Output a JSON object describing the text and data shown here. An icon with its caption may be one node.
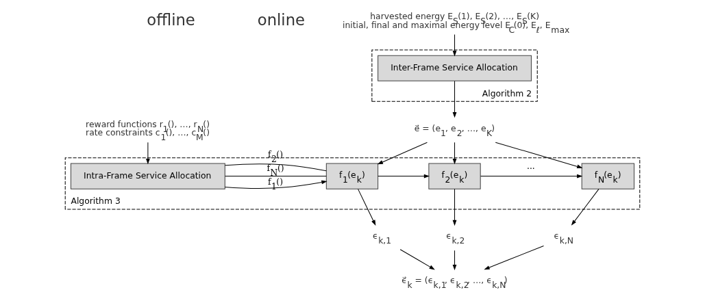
{
  "diagram": {
    "nodes": [
      {
        "text": [
          "Algorithm 2"
        ]
      },
      {
        "text": [
          "Inter-Frame Service Allocation"
        ],
        "in": 0
      },
      {
        "text": [
          "Algorithm 3"
        ]
      },
      {
        "text": [
          "Intra-Frame Service Allocation"
        ],
        "in": 2
      },
      {
        "text": [
          "f$_{1}$(e$_{k}$)"
        ],
        "in": 2
      },
      {
        "text": [
          "f$_{2}$(e$_{k}$)"
        ],
        "in": 2
      },
      {
        "text": [
          "f$_{N}$(e$_{k}$)"
        ],
        "in": 2
      },
      {
        "text": [
          "harvested energy E$_{S}$(1), E$_{S}$(2), …, E$_{S}$(K)",
          "initial, final and maximal energy level E$_{C}$(0), E$_{ℓ}$, E$_{max}$"
        ]
      },
      {
        "text": [
          "reward functions r$_{1}$(), …, r$_{N}$()",
          "rate constraints c$_{1}$(), …, c$_{M}$()"
        ]
      },
      {
        "text": [
          "e⃗ = (e$_{1}$, e$_{2}$, …, e$_{K}$)"
        ]
      },
      {
        "text": [
          "ϵ$_{k,1}$"
        ]
      },
      {
        "text": [
          "ϵ$_{k,2}$"
        ]
      },
      {
        "text": [
          "ϵ$_{k,N}$"
        ]
      },
      {
        "text": [
          "ϵ⃗$_{k}$ = (ϵ$_{k,1}$, ϵ$_{k,2}$, …, ϵ$_{k,N}$)"
        ]
      }
    ],
    "edges": [
      {
        "from": 7,
        "to": 1,
        "arrow": "to"
      },
      {
        "from": 1,
        "to": 9,
        "arrow": "to"
      },
      {
        "from": 9,
        "to": 4,
        "arrow": "to"
      },
      {
        "from": 9,
        "to": 5,
        "arrow": "to"
      },
      {
        "from": 9,
        "to": 6,
        "arrow": "to"
      },
      {
        "from": 8,
        "to": 3,
        "arrow": "to"
      },
      {
        "from": 3,
        "to": 4,
        "arrow": "to",
        "label": "f$_{1}$()"
      },
      {
        "from": 3,
        "to": 4,
        "arrow": "none",
        "label": "f$_{2}$()"
      },
      {
        "from": 3,
        "to": 4,
        "arrow": "none",
        "label": "f$_{N}$()"
      },
      {
        "from": 4,
        "to": 5,
        "arrow": "to"
      },
      {
        "from": 5,
        "to": 6,
        "arrow": "to",
        "label": "···"
      },
      {
        "from": 4,
        "to": 10,
        "arrow": "to"
      },
      {
        "from": 5,
        "to": 11,
        "arrow": "to"
      },
      {
        "from": 6,
        "to": 12,
        "arrow": "to"
      },
      {
        "from": 10,
        "to": 13,
        "arrow": "to"
      },
      {
        "from": 11,
        "to": 13,
        "arrow": "to"
      },
      {
        "from": 12,
        "to": 13,
        "arrow": "to"
      }
    ],
    "labels": [
      "offline",
      "online"
    ]
  }
}
